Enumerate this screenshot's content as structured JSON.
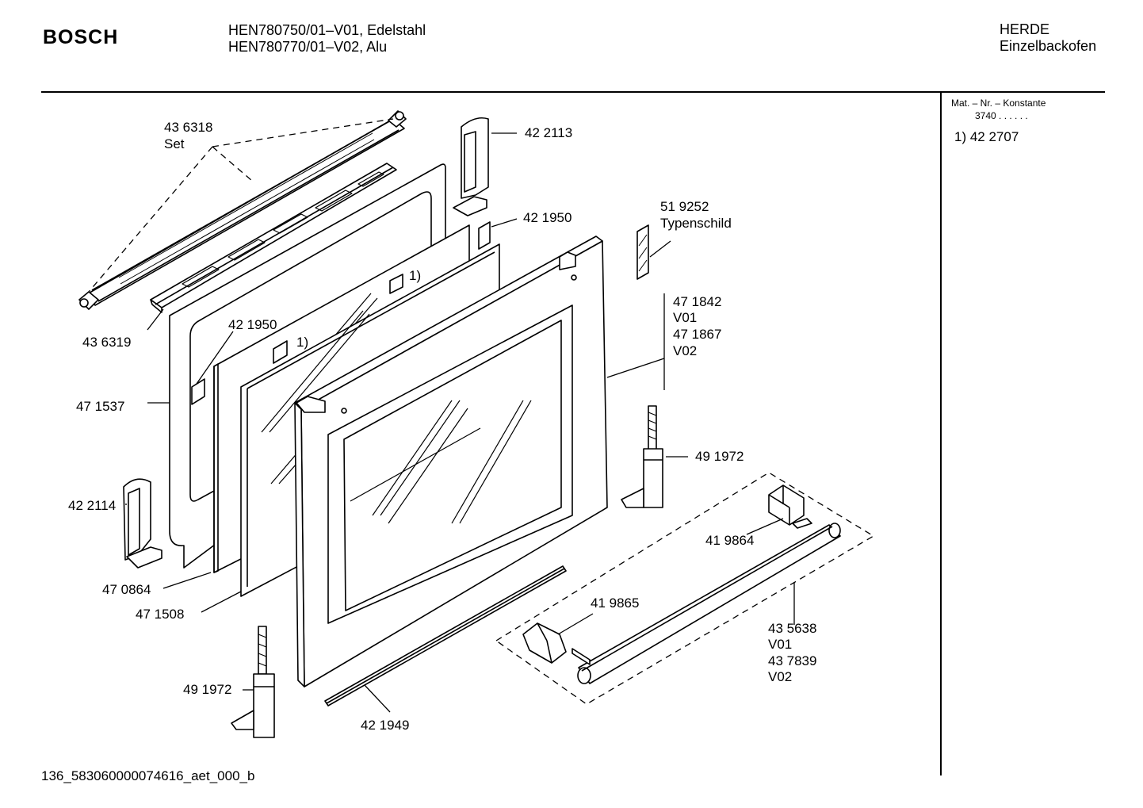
{
  "header": {
    "brand": "BOSCH",
    "model_line_1": "HEN780750/01–V01, Edelstahl",
    "model_line_2": "HEN780770/01–V02,  Alu",
    "category": "HERDE",
    "subcategory": "Einzelbackofen"
  },
  "sidebar": {
    "mat_label": "Mat. – Nr. – Konstante",
    "mat_value": "3740  .  .  .  .  .  .",
    "footnote": "1) 42 2707"
  },
  "parts": {
    "p436318": "43 6318",
    "set": "Set",
    "p422113": "42 2113",
    "p421950_a": "42 1950",
    "p519252": "51 9252",
    "typenschild": "Typenschild",
    "p436319": "43 6319",
    "p421950_b": "42 1950",
    "p471842": "47 1842",
    "v01_a": "V01",
    "p471867": "47 1867",
    "v02_a": "V02",
    "p471537": "47 1537",
    "p491972_a": "49 1972",
    "p422114": "42 2114",
    "p419864": "41 9864",
    "p470864": "47 0864",
    "p471508": "47 1508",
    "p419865": "41 9865",
    "p435638": "43 5638",
    "v01_b": "V01",
    "p437839": "43 7839",
    "v02_b": "V02",
    "p491972_b": "49 1972",
    "p421949": "42 1949",
    "note_1a": "1)",
    "note_1b": "1)"
  },
  "footer": {
    "doc_id": "136_583060000074616_aet_000_b"
  }
}
